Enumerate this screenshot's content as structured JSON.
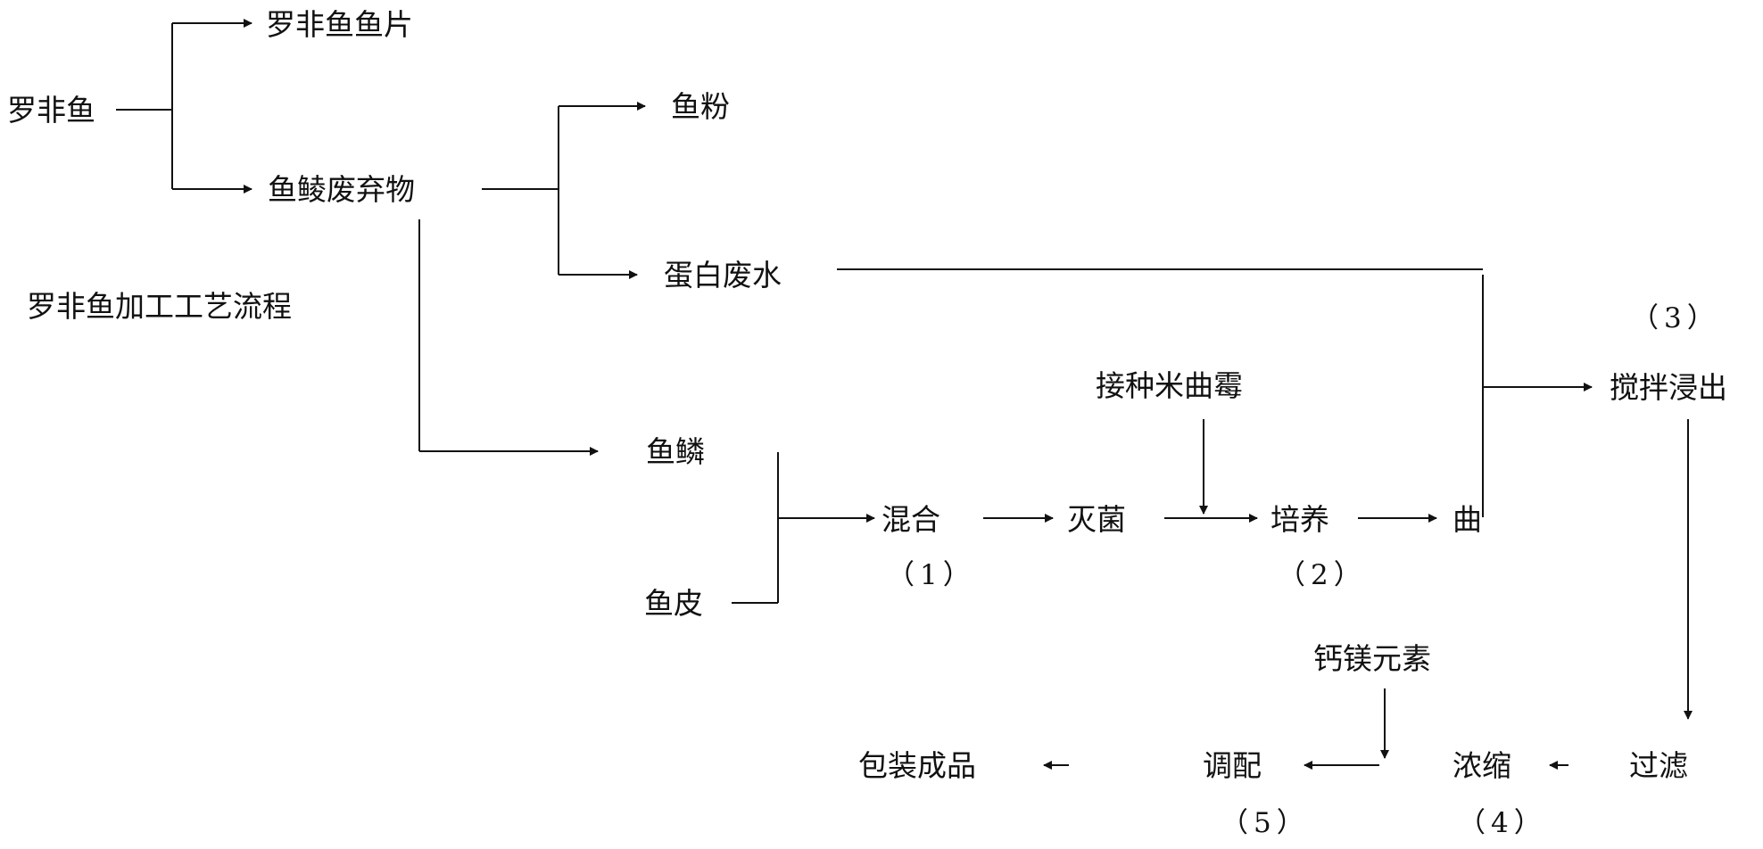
{
  "colors": {
    "ink": "#111111",
    "background": "#ffffff"
  },
  "nodes": {
    "roffish": "罗非鱼",
    "fillet": "罗非鱼鱼片",
    "byproducts": "鱼鲮废弃物",
    "fishmeal": "鱼粉",
    "protein": "蛋白废水",
    "process_title": "罗非鱼加工工艺流程",
    "fish_scale": "鱼鳞",
    "fish_skin": "鱼皮",
    "mix": "混合",
    "mix_no": "（1）",
    "sterilize": "灭菌",
    "starter": "接种米曲霉",
    "ferment": "培养",
    "ferment_no": "（2）",
    "koji": "曲",
    "stir": "搅拌浸出",
    "stir_no": "（3）",
    "calcium": "钙镁元素",
    "filter": "过滤",
    "concentrate": "浓缩",
    "concentrate_no": "（4）",
    "blend": "调配",
    "blend_no": "（5）",
    "package": "包装成品"
  }
}
